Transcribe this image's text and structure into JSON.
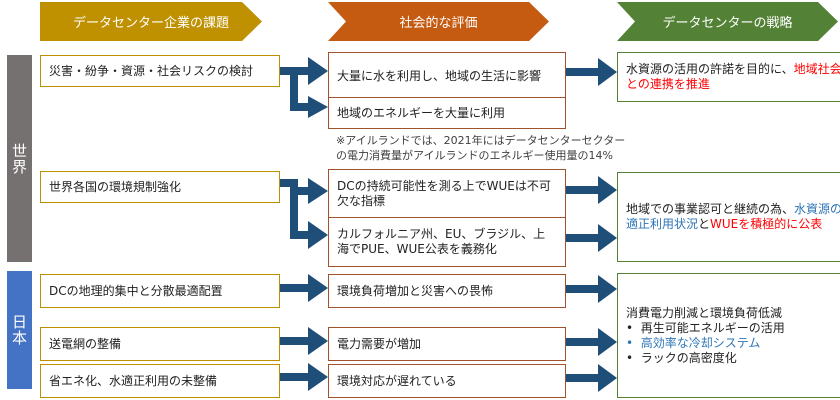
{
  "headers": {
    "issues": "データセンター企業の課題",
    "evaluation": "社会的な評価",
    "strategy": "データセンターの戦略"
  },
  "regions": {
    "world": "世界",
    "japan": "日本"
  },
  "world": {
    "issue_1": "災害・紛争・資源・社会リスクの検討",
    "issue_2": "世界各国の環境規制強化",
    "eval_1": "大量に水を利用し、地域の生活に影響",
    "eval_2": "地域のエネルギーを大量に利用",
    "note": "※アイルランドでは、2021年にはデータセンターセクターの電力消費量がアイルランドのエネルギー使用量の14%",
    "eval_3": "DCの持続可能性を測る上でWUEは不可欠な指標",
    "eval_4": "カルフォルニア州、EU、ブラジル、上海でPUE、WUE公表を義務化",
    "strategy_1": {
      "plain": "水資源の活用の許諾を目的に、",
      "highlight": "地域社会との連携を推進"
    },
    "strategy_2": {
      "plain_1": "地域での事業認可と継続の為、",
      "blue": "水資源の適正利用状況",
      "plain_2": "と",
      "red": "WUEを積極的に公表"
    }
  },
  "japan": {
    "issue_1": "DCの地理的集中と分散最適配置",
    "issue_2": "送電網の整備",
    "issue_3": "省エネ化、水適正利用の未整備",
    "eval_1": "環境負荷増加と災害への畏怖",
    "eval_2": "電力需要が増加",
    "eval_3": "環境対応が遅れている",
    "strategy": {
      "title": "消費電力削減と環境負荷低減",
      "bullets": [
        "再生可能エネルギーの活用",
        "高効率な冷却システム",
        "ラックの高密度化"
      ],
      "bullet_mark": "•"
    }
  },
  "colors": {
    "gold": "#bf9000",
    "orange": "#c55a11",
    "green": "#538135",
    "gray": "#767171",
    "blue_region": "#4472c4",
    "arrow": "#1f4e79",
    "red_text": "#ff0000",
    "blue_text": "#2e75b6"
  }
}
